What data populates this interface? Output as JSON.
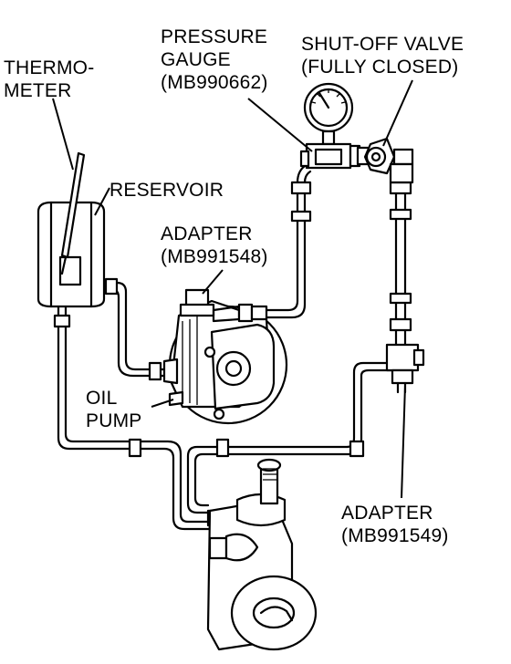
{
  "labels": {
    "thermometer": [
      "THERMO-",
      "METER"
    ],
    "pressure_gauge": [
      "PRESSURE",
      "GAUGE",
      "(MB990662)"
    ],
    "shutoff_valve": [
      "SHUT-OFF VALVE",
      "(FULLY CLOSED)"
    ],
    "reservoir": [
      "RESERVOIR"
    ],
    "adapter_top": [
      "ADAPTER",
      "(MB991548)"
    ],
    "oil_pump": [
      "OIL",
      "PUMP"
    ],
    "adapter_bottom": [
      "ADAPTER",
      "(MB991549)"
    ]
  }
}
